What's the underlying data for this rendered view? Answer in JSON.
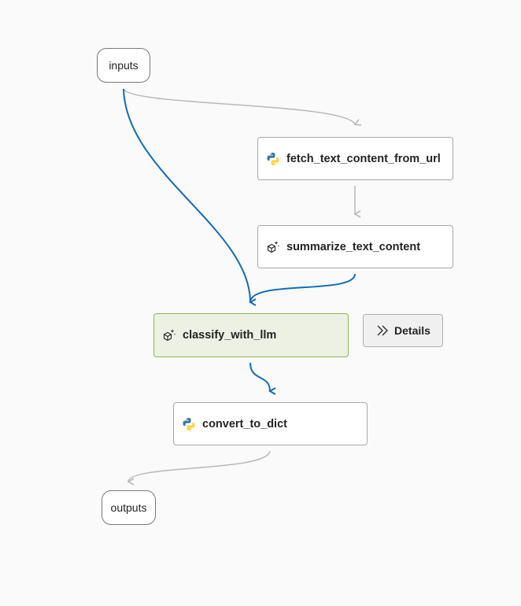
{
  "nodes": {
    "inputs": {
      "label": "inputs"
    },
    "fetch": {
      "label": "fetch_text_content_from_url",
      "icon": "python-icon"
    },
    "summarize": {
      "label": "summarize_text_content",
      "icon": "llm-sparkle-icon"
    },
    "classify": {
      "label": "classify_with_llm",
      "icon": "llm-sparkle-icon",
      "selected": true
    },
    "convert": {
      "label": "convert_to_dict",
      "icon": "python-icon"
    },
    "outputs": {
      "label": "outputs"
    }
  },
  "details_button": {
    "label": "Details",
    "icon": "double-chevron-right-icon"
  },
  "edges": [
    {
      "from": "inputs",
      "to": "fetch",
      "highlighted": false
    },
    {
      "from": "fetch",
      "to": "summarize",
      "highlighted": false
    },
    {
      "from": "inputs",
      "to": "classify",
      "highlighted": true
    },
    {
      "from": "summarize",
      "to": "classify",
      "highlighted": true
    },
    {
      "from": "classify",
      "to": "convert",
      "highlighted": true
    },
    {
      "from": "convert",
      "to": "outputs",
      "highlighted": false
    }
  ],
  "colors": {
    "edge_default": "#b8b8b8",
    "edge_highlight": "#0f6cbd",
    "selected_bg": "#edf1e4",
    "selected_border": "#8cb55a"
  }
}
